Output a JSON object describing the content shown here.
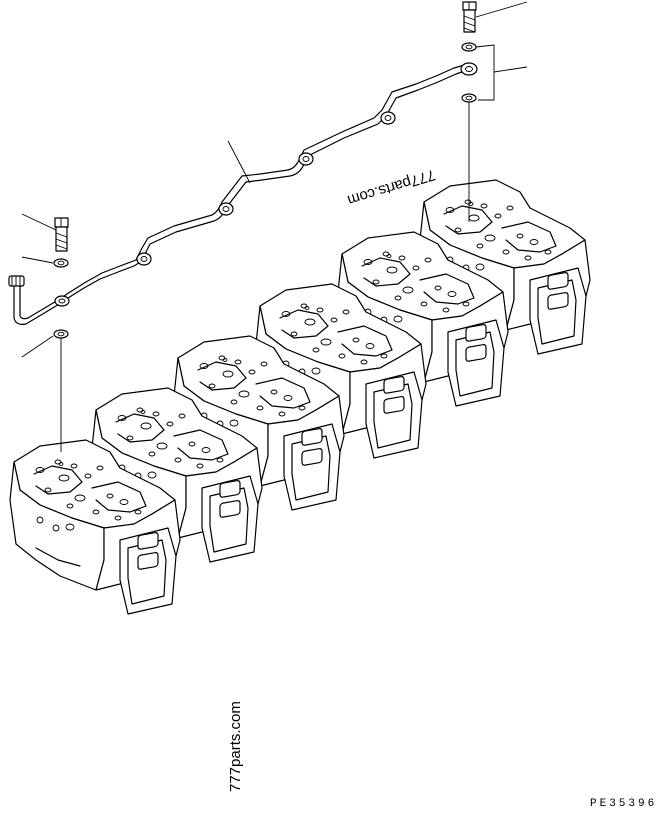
{
  "watermark_top": "777parts.com",
  "watermark_bottom": "777parts.com",
  "drawing_code": "PE35396"
}
